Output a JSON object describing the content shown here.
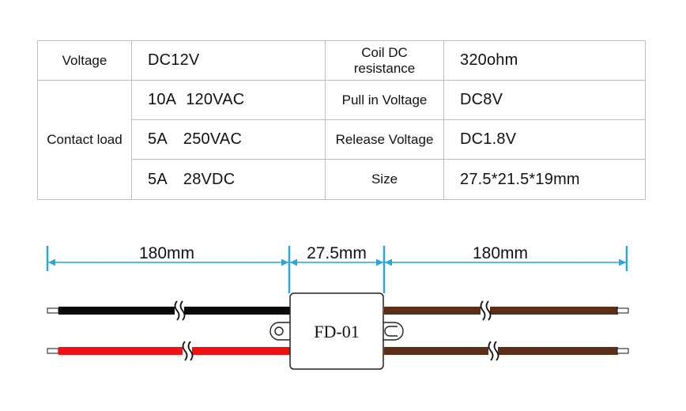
{
  "spec_table": {
    "voltage_label": "Voltage",
    "voltage_value": "DC12V",
    "coil_label": "Coil DC resistance",
    "coil_value": "320ohm",
    "contact_load_label": "Contact load",
    "contact_loads": [
      {
        "current": "10A",
        "rating": "120VAC"
      },
      {
        "current": "5A",
        "rating": "250VAC"
      },
      {
        "current": "5A",
        "rating": "28VDC"
      }
    ],
    "pull_in_label": "Pull in Voltage",
    "pull_in_value": "DC8V",
    "release_label": "Release Voltage",
    "release_value": "DC1.8V",
    "size_label": "Size",
    "size_value": "27.5*21.5*19mm"
  },
  "drawing": {
    "dimensions": {
      "left_lead": "180mm",
      "module_width": "27.5mm",
      "right_lead": "180mm"
    },
    "module_label": "FD-01",
    "colors": {
      "dimension_line": "#2aa6dd",
      "wire_black": "#0a0a0a",
      "wire_red": "#ee1111",
      "wire_brown": "#5a2f16"
    }
  }
}
